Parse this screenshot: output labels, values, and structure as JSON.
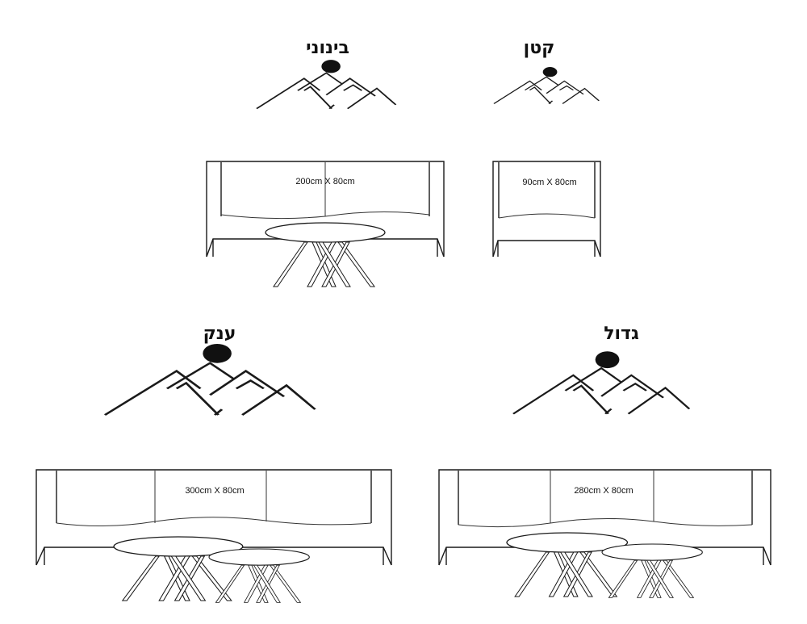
{
  "sizes": {
    "small": {
      "label": "קטן",
      "dimensions": "90cm X 80cm"
    },
    "medium": {
      "label": "בינוני",
      "dimensions": "200cm X 80cm"
    },
    "large": {
      "label": "גדול",
      "dimensions": "280cm X 80cm"
    },
    "giant": {
      "label": "ענק",
      "dimensions": "300cm X 80cm"
    }
  },
  "colors": {
    "line": "#1a1a1a",
    "background": "#ffffff"
  }
}
